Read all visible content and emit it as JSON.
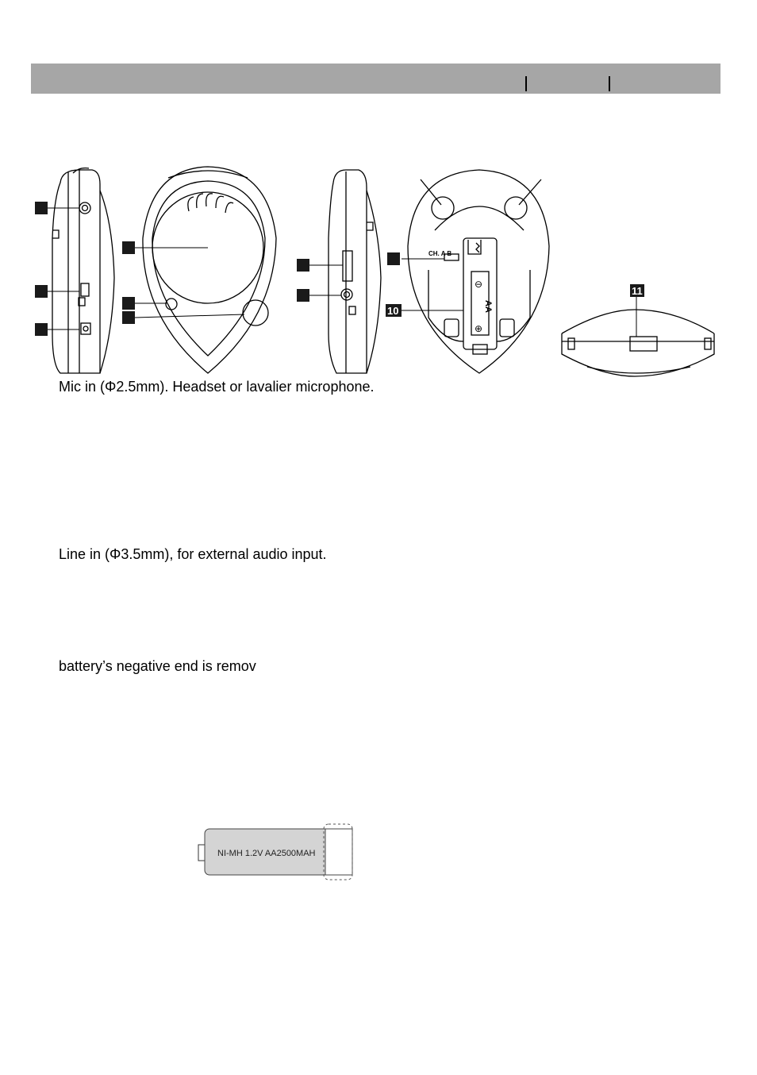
{
  "text": {
    "mic_in": "Mic in (Φ2.5mm). Headset or lavalier microphone.",
    "line_in": "Line in (Φ3.5mm), for external audio input.",
    "battery_note": "battery’s negative end is remov"
  },
  "figure": {
    "callout_10": "10",
    "callout_11": "11",
    "switch_label": "CH. A B",
    "battery_label_aa": "AA",
    "battery_plus": "⊕",
    "battery_minus": "⊖"
  },
  "battery_illustration": {
    "label": "NI-MH 1.2V AA2500MAH"
  },
  "colors": {
    "header_bar": "#a6a6a6",
    "callout_box": "#1a1a1a",
    "battery_fill": "#d4d4d4"
  }
}
